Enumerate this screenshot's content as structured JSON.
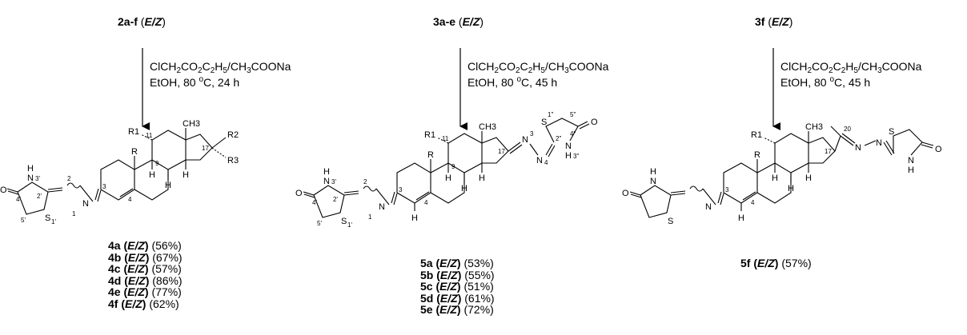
{
  "columns": [
    {
      "start_compound": "2a-f",
      "isomer": "E/Z",
      "reagents": "ClCH2CO2C2H5/CH3COONa",
      "conditions": "EtOH, 80 oC, 24 h",
      "products": [
        {
          "label": "4a",
          "yield": "(56%)"
        },
        {
          "label": "4b",
          "yield": "(67%)"
        },
        {
          "label": "4c",
          "yield": "(57%)"
        },
        {
          "label": "4d",
          "yield": "(86%)"
        },
        {
          "label": "4e",
          "yield": "(77%)"
        },
        {
          "label": "4f",
          "yield": "(62%)"
        }
      ]
    },
    {
      "start_compound": "3a-e",
      "isomer": "E/Z",
      "reagents": "ClCH2CO2C2H5/CH3COONa",
      "conditions": "EtOH, 80 oC, 45 h",
      "products": [
        {
          "label": "5a",
          "yield": "(53%)"
        },
        {
          "label": "5b",
          "yield": "(55%)"
        },
        {
          "label": "5c",
          "yield": "(51%)"
        },
        {
          "label": "5d",
          "yield": "(61%)"
        },
        {
          "label": "5e",
          "yield": "(72%)"
        }
      ]
    },
    {
      "start_compound": "3f",
      "isomer": "E/Z",
      "reagents": "ClCH2CO2C2H5/CH3COONa",
      "conditions": "EtOH, 80 oC, 45 h",
      "products": [
        {
          "label": "5f",
          "yield": "(57%)"
        }
      ]
    }
  ],
  "structure_labels": {
    "common": [
      "O",
      "N",
      "H",
      "3'",
      "2",
      "2'",
      "4'",
      "N",
      "3",
      "5'",
      "S",
      "1'",
      "1",
      "4",
      "R",
      "9",
      "H",
      "H",
      "H",
      "CH3",
      "R1",
      "11",
      "17"
    ],
    "s1_extra": [
      "R2",
      "R3"
    ],
    "s2_extra": [
      "N",
      "3",
      "N",
      "4",
      "S",
      "1\"",
      "5\"",
      "2\"",
      "4\"",
      "O",
      "N",
      "H",
      "3\""
    ],
    "s3_extra": [
      "20",
      "N",
      "N",
      "S",
      "O",
      "N",
      "H"
    ]
  }
}
